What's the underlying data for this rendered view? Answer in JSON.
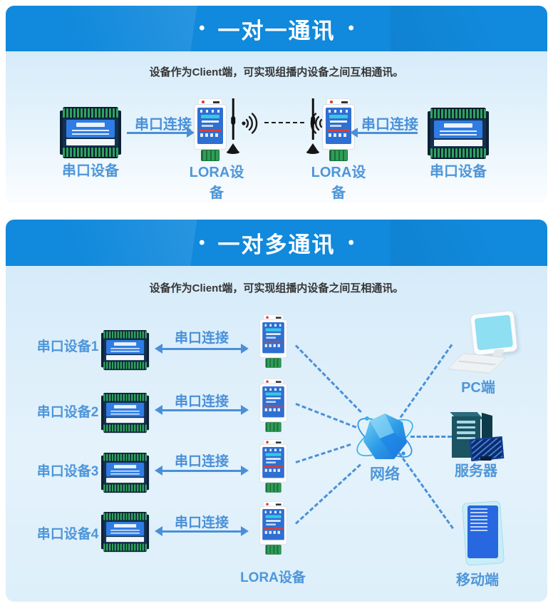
{
  "colors": {
    "header_blue": "#1189DC",
    "link_blue": "#4A90D8",
    "label_blue": "#4E96D9",
    "body_light_blue": "#D6EBF9",
    "wave_black": "#1B1B1B"
  },
  "section_one": {
    "bullet_left": "•",
    "bullet_right": "•",
    "title": "一对一通讯",
    "subtitle": "设备作为Client端，可实现组播内设备之间互相通讯。",
    "serial_left_label": "串口设备",
    "serial_right_label": "串口设备",
    "link_left_label": "串口连接",
    "link_right_label": "串口连接",
    "lora_left_label": "LORA设备",
    "lora_right_label": "LORA设备"
  },
  "section_two": {
    "bullet_left": "•",
    "bullet_right": "•",
    "title": "一对多通讯",
    "subtitle": "设备作为Client端，可实现组播内设备之间互相通讯。",
    "rows": [
      {
        "serial_label": "串口设备1",
        "link_label": "串口连接"
      },
      {
        "serial_label": "串口设备2",
        "link_label": "串口连接"
      },
      {
        "serial_label": "串口设备3",
        "link_label": "串口连接"
      },
      {
        "serial_label": "串口设备4",
        "link_label": "串口连接"
      }
    ],
    "lora_column_label": "LORA设备",
    "network_label": "网络",
    "endpoints": [
      {
        "label": "PC端"
      },
      {
        "label": "服务器"
      },
      {
        "label": "移动端"
      }
    ]
  }
}
